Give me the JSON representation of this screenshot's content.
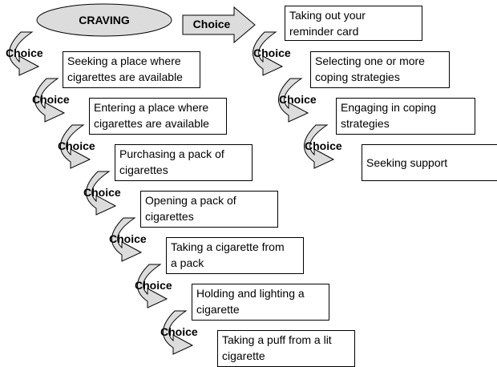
{
  "craving": "CRAVING",
  "choice_label": "Choice",
  "left_chain": [
    "Seeking a place where\ncigarettes are available",
    "Entering a place where\ncigarettes are available",
    "Purchasing a pack of\ncigarettes",
    "Opening a pack of\ncigarettes",
    "Taking a cigarette from\na pack",
    "Holding and lighting a\ncigarette",
    "Taking a puff from a lit\ncigarette"
  ],
  "right_chain": [
    "Taking out your\nreminder card",
    "Selecting one or more\ncoping strategies",
    "Engaging in coping\nstrategies",
    "Seeking support"
  ],
  "colors": {
    "arrow_fill": "#dcdcdc",
    "stroke": "#000000",
    "ellipse_fill": "#dcdcdc"
  }
}
